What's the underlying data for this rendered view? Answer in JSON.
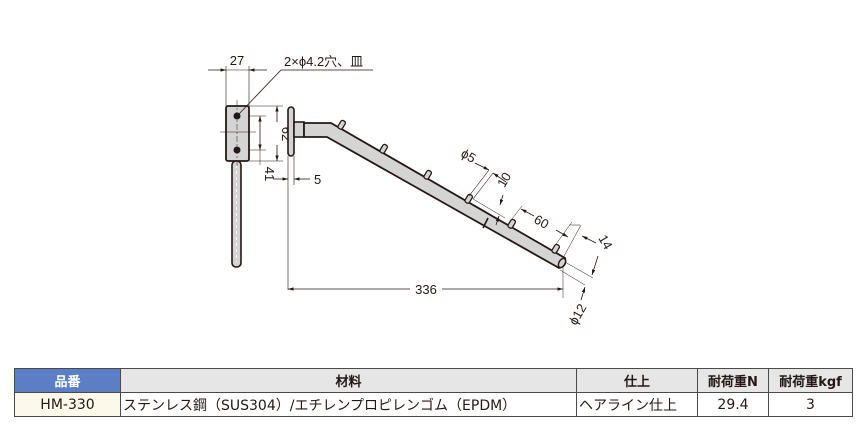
{
  "drawing": {
    "dimensions": {
      "mount_width": "27",
      "hole_note": "2×ϕ4.2穴、皿",
      "hole_pitch": "62",
      "mount_offset": "41",
      "plate_thickness": "5",
      "pin_diameter": "ϕ5",
      "pin_height": "10",
      "pin_pitch": "60",
      "end_distance": "14",
      "projection": "336",
      "rod_diameter": "ϕ12"
    },
    "colors": {
      "part_fill": "#d4d4d4",
      "line": "#231815"
    }
  },
  "table": {
    "headers": [
      "品番",
      "材料",
      "仕上",
      "耐荷重N",
      "耐荷重kgf"
    ],
    "rows": [
      [
        "HM-330",
        "ステンレス鋼（SUS304）/エチレンプロピレンゴム（EPDM）",
        "ヘアライン仕上",
        "29.4",
        "3"
      ]
    ],
    "colors": {
      "key_header_bg": "#5b7ec5",
      "header_bg": "#e6e6e6",
      "key_cell_bg": "#fdf9ea"
    }
  }
}
